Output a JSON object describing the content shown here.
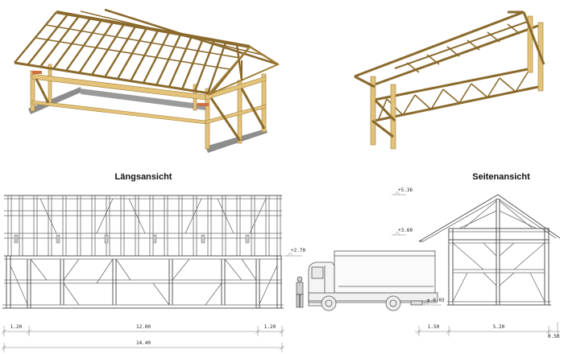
{
  "views": {
    "longitudinal": {
      "title": "Längsansicht",
      "height_mark": "+2.70",
      "dimensions": [
        "1.20",
        "12.00",
        "1.20"
      ],
      "total_dimension": "14.40"
    },
    "side": {
      "title": "Seitenansicht",
      "height_marks": [
        "+5.36",
        "+3.60",
        "± 0.03"
      ],
      "dimensions": [
        "1.50",
        "5.20"
      ],
      "edge_dimension": "0.50"
    }
  },
  "colors": {
    "timber": "#e3c27a",
    "timber_dark": "#a07c35",
    "line": "#6a6a6a",
    "foundation": "#8c8c8c"
  }
}
